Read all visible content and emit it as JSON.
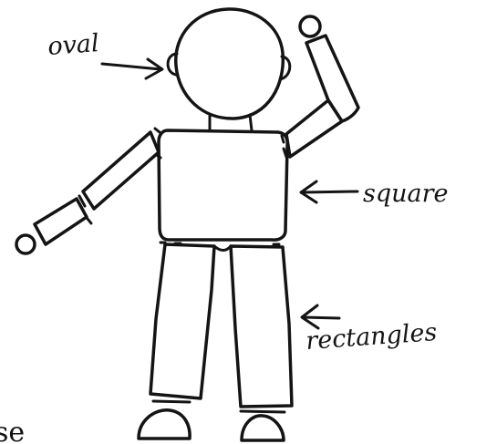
{
  "labels": {
    "oval": "oval",
    "square": "square",
    "rectangles": "rectangles",
    "cropped_text": "se"
  },
  "colors": {
    "background": "#ffffff",
    "ink": "#141414"
  }
}
